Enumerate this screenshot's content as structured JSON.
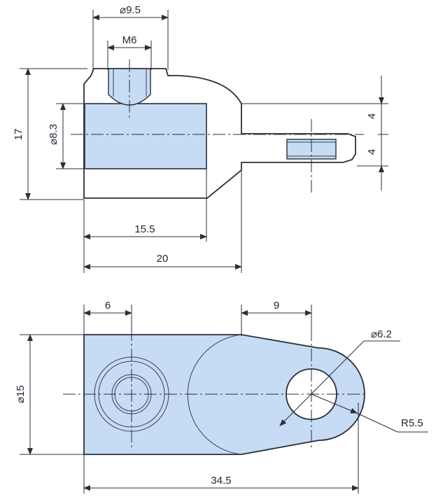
{
  "top_view": {
    "dims": {
      "bore_outer": "⌀9.5",
      "thread": "M6",
      "height": "17",
      "bore_diameter": "⌀8.3",
      "tab_upper": "4",
      "tab_lower": "4",
      "bore_depth": "15.5",
      "body_length": "20"
    }
  },
  "bottom_view": {
    "dims": {
      "hole_offset": "6",
      "eye_offset": "9",
      "hole_diameter": "⌀6.2",
      "width": "⌀15",
      "eye_radius": "R5.5",
      "overall_length": "34.5"
    }
  },
  "colors": {
    "part_fill": "#c6dbf4",
    "outline": "#2a2f3a"
  }
}
